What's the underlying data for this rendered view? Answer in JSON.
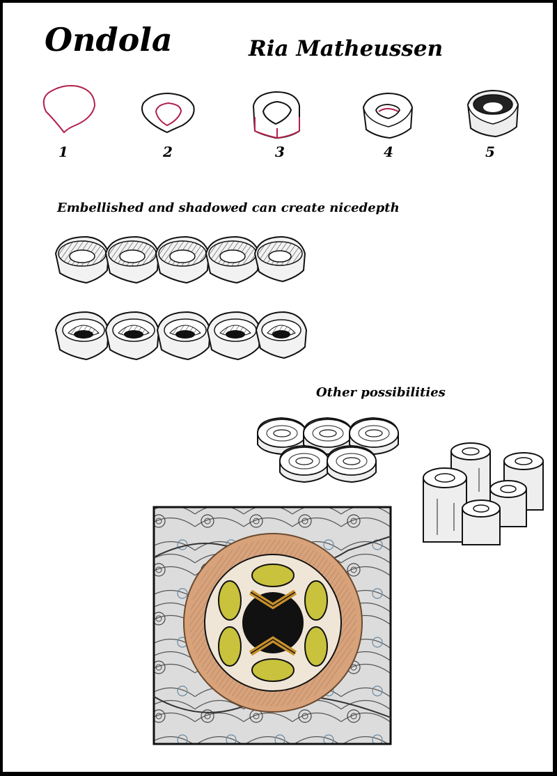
{
  "title": "Ondola",
  "author": "Ria Matheussen",
  "steps": [
    "1",
    "2",
    "3",
    "4",
    "5"
  ],
  "caption_embellished": "Embellished and shadowed can create nicedepth",
  "caption_other": "Other possibilities",
  "colors": {
    "ink": "#111111",
    "guide_line": "#b0204a",
    "shade": "#9a9a9a",
    "tile_gold": "#c8902c",
    "tile_yellow": "#c9c23c",
    "tile_peach": "#d8a27a",
    "tile_blue": "#6a8aa0"
  }
}
